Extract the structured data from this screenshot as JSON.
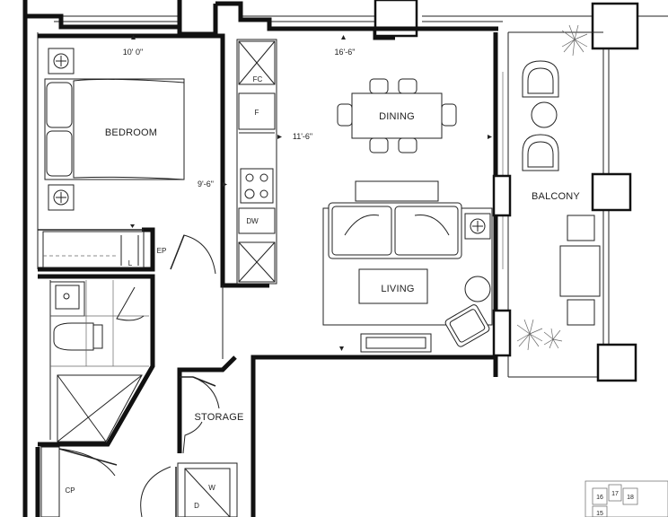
{
  "rooms": {
    "bedroom": "BEDROOM",
    "dining": "DINING",
    "living": "LIVING",
    "balcony": "BALCONY",
    "storage": "STORAGE"
  },
  "dimensions": {
    "bedroom_width": "10' 0\"",
    "living_width": "16'-6\"",
    "kitchen_length": "11'-6\"",
    "bedroom_depth": "9'-6\""
  },
  "fixtures": {
    "fridge_closet": "FC",
    "fridge": "F",
    "dishwasher": "DW",
    "linen": "L",
    "electrical_panel": "EP",
    "coat_closet": "CP",
    "washer": "W",
    "dryer": "D"
  },
  "keyplan": {
    "units": [
      "16",
      "17",
      "18",
      "15"
    ]
  }
}
